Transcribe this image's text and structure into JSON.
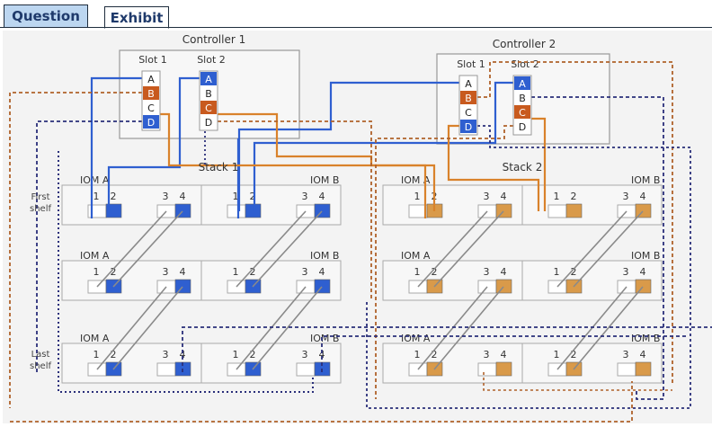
{
  "tabs": [
    {
      "label": "Question",
      "active": false
    },
    {
      "label": "Exhibit",
      "active": true
    }
  ],
  "diagram": {
    "controllers": [
      {
        "title": "Controller 1",
        "slots": [
          {
            "label": "Slot 1",
            "ports": [
              "A",
              "B",
              "C",
              "D"
            ]
          },
          {
            "label": "Slot 2",
            "ports": [
              "A",
              "B",
              "C",
              "D"
            ]
          }
        ]
      },
      {
        "title": "Controller 2",
        "slots": [
          {
            "label": "Slot 1",
            "ports": [
              "A",
              "B",
              "C",
              "D"
            ]
          },
          {
            "label": "Slot 2",
            "ports": [
              "A",
              "B",
              "C",
              "D"
            ]
          }
        ]
      }
    ],
    "stacks": [
      {
        "label": "Stack 1",
        "color": "#2f5fd0"
      },
      {
        "label": "Stack 2",
        "color": "#d9822b"
      }
    ],
    "shelf_labels": {
      "first_line1": "First",
      "first_line2": "shelf",
      "last_line1": "Last",
      "last_line2": "shelf"
    },
    "iom_labels": {
      "a": "IOM A",
      "b": "IOM B"
    },
    "port_labels": {
      "p1": "1",
      "p2": "2",
      "p3": "3",
      "p4": "4"
    },
    "colors": {
      "stack1_blue": "#2f5fd0",
      "stack2_orange": "#d9822b",
      "port_b_orange": "#c85a1e",
      "sas_dotted_navy": "#2a2f7a",
      "sas_dotted_brown": "#b0622a",
      "shelf_link_gray": "#8a8a8a"
    }
  }
}
